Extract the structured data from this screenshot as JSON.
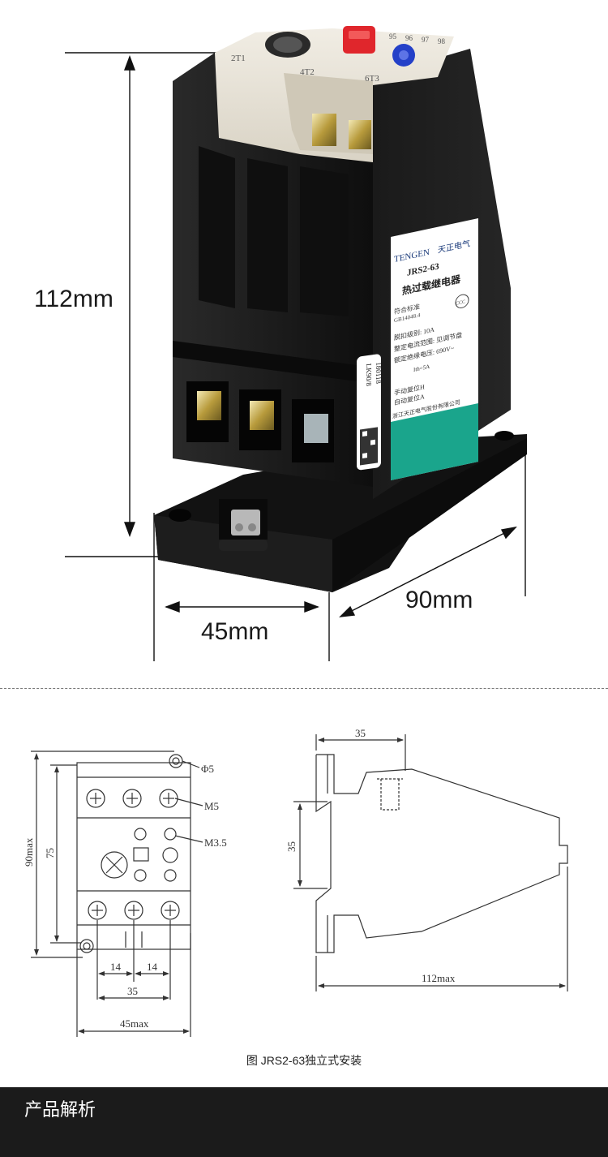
{
  "photo_section": {
    "height_label": "112mm",
    "width_label": "45mm",
    "depth_label": "90mm",
    "product": {
      "brand": "TENGEN",
      "brand_cn": "天正电气",
      "model": "JRS2-63",
      "name_cn": "热过载继电器",
      "standard": "符合标准",
      "standard_code": "GB14048.4",
      "ccc_mark": "CCC",
      "spec_lines": [
        "脱扣级别: 10A",
        "整定电流范围: 见调节盘",
        "额定绝缘电压: 690V~"
      ],
      "ith": "Ith=5A",
      "reset_lines": [
        "手动复位H",
        "自动复位A"
      ],
      "manufacturer": "浙江天正电气股份有限公司",
      "side_sticker": [
        "LK90/8",
        "180118"
      ],
      "terminal_top": [
        "2T1",
        "4T2",
        "6T3"
      ],
      "top_marks": [
        "95",
        "96",
        "97",
        "98"
      ]
    }
  },
  "drawing_section": {
    "front_view": {
      "phi5": "Φ5",
      "m5": "M5",
      "m35": "M3.5",
      "dim_90max": "90max",
      "dim_75": "75",
      "dim_14a": "14",
      "dim_14b": "14",
      "dim_35": "35",
      "dim_45max": "45max"
    },
    "side_view": {
      "dim_35_top": "35",
      "dim_35_left": "35",
      "dim_112max": "112max"
    },
    "caption": "图  JRS2-63独立式安装"
  },
  "footer": {
    "title": "产品解析"
  },
  "colors": {
    "body_black": "#161616",
    "beige_top": "#e6e1d6",
    "red_button": "#e0262c",
    "blue_knob": "#2440c8",
    "teal_stripe": "#1aa58c",
    "footer_bg": "#1b1b1b"
  }
}
